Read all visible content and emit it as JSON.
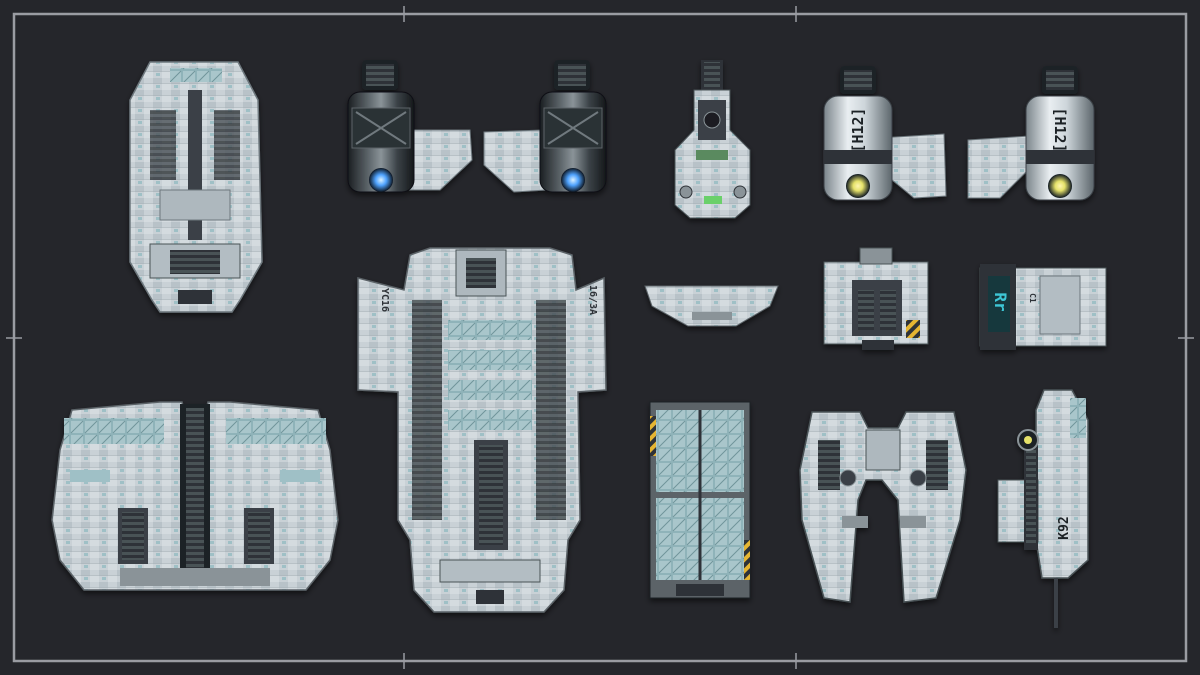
{
  "scene": {
    "background_color": "#25262b",
    "frame_color": "#9a9ca2",
    "hull_color": "#c9d1d6",
    "hull_shade_color": "#8f9aa1",
    "panel_color": "#7fa6ad",
    "dark_metal_color": "#2e3337",
    "engine_glow_color": "#4fa3ff",
    "warning_stripe_color": "#e5b531",
    "screen_glow_color": "#3ec7d6"
  },
  "markings": {
    "engine_left_a": "[H12]",
    "engine_right_a": "[H12]",
    "hull_side_left": "YC16",
    "hull_side_right": "16/3A",
    "container_tag": "C1",
    "container_screen": "Rr",
    "arm_tag": "K92"
  }
}
